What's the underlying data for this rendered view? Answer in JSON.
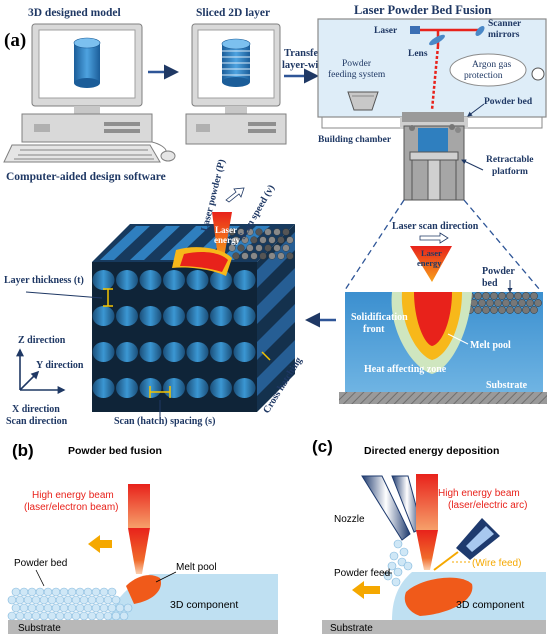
{
  "panel_a": {
    "label": "(a)",
    "step1_title": "3D designed model",
    "step2_title": "Sliced 2D layer",
    "transfer_label": [
      "Transfer",
      "layer-wise"
    ],
    "cad_caption": "Computer-aided design software",
    "lpbf_title": "Laser Powder Bed Fusion",
    "laser": "Laser",
    "scanner_mirrors": [
      "Scanner",
      "mirrors"
    ],
    "lens": "Lens",
    "powder_feeding": [
      "Powder",
      "feeding system"
    ],
    "argon": [
      "Argon gas",
      "protection"
    ],
    "powder_bed": "Powder bed",
    "building_chamber": "Building chamber",
    "retractable_platform": [
      "Retractable",
      "platform"
    ],
    "laser_power": "Laser powder (P)",
    "scan_speed": "Scan speed (v)",
    "laser_energy": [
      "Laser",
      "energy"
    ],
    "layer_thickness": "Layer thickness (t)",
    "z_direction": "Z direction",
    "y_direction": "Y direction",
    "x_direction": "X direction",
    "scan_direction": "Scan direction",
    "hatch_spacing": "Scan (hatch) spacing (s)",
    "cross_hatching": "Cross hatching",
    "laser_scan_direction": "Laser scan direction",
    "detail_laser_energy": [
      "Laser",
      "energy"
    ],
    "detail_powder_bed": [
      "Powder",
      "bed"
    ],
    "solidification_front": [
      "Solidification",
      "front"
    ],
    "melt_pool": "Melt pool",
    "heat_affecting_zone": "Heat affecting zone",
    "substrate": "Substrate"
  },
  "panel_b": {
    "label": "(b)",
    "title": "Powder bed fusion",
    "beam": [
      "High energy beam",
      "(laser/electron beam)"
    ],
    "melt_pool": "Melt pool",
    "powder_bed": "Powder bed",
    "component": "3D component",
    "substrate": "Substrate"
  },
  "panel_c": {
    "label": "(c)",
    "title": "Directed energy deposition",
    "nozzle": "Nozzle",
    "beam": [
      "High energy beam",
      "(laser/electric arc)"
    ],
    "wire_feed": "(Wire feed)",
    "powder_feed": "Powder feed",
    "component": "3D component",
    "substrate": "Substrate"
  },
  "colors": {
    "navy": "#1f3864",
    "arrow_blue": "#2e5597",
    "beam_red": "#e8221b",
    "melt_orange": "#f05a1a",
    "component_blue": "#bfe0f2",
    "substrate_gray": "#b8b8b8",
    "yellow_arrow": "#f5a800",
    "layer_blue": "#2f7fbf"
  }
}
